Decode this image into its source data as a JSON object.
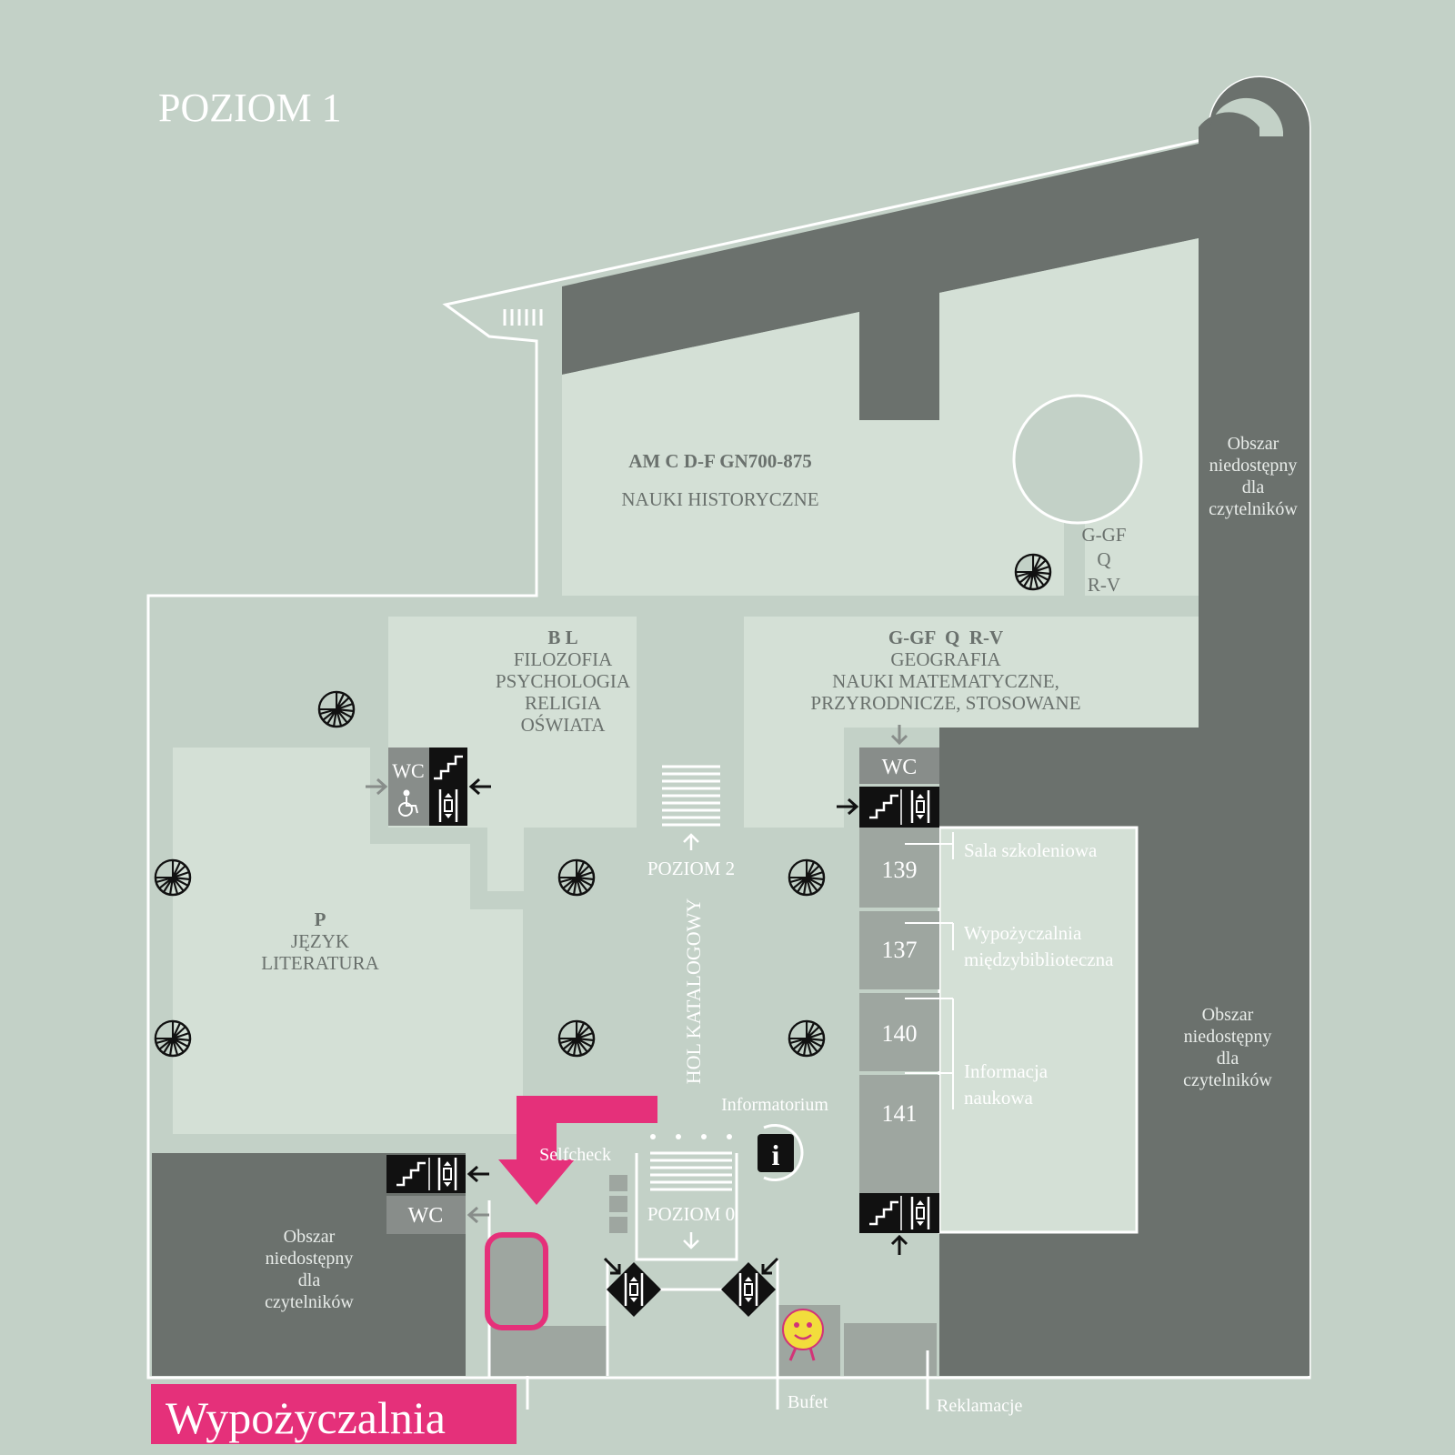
{
  "title": "POZIOM 1",
  "sections": {
    "historical": {
      "codes": "AM C D-F GN700-875",
      "name": "NAUKI HISTORYCZNE"
    },
    "small_codes": [
      "G-GF",
      "Q",
      "R-V"
    ],
    "philosophy": {
      "codes": "B L",
      "lines": [
        "FILOZOFIA",
        "PSYCHOLOGIA",
        "RELIGIA",
        "OŚWIATA"
      ]
    },
    "geography": {
      "codes": "G-GF  Q  R-V",
      "lines": [
        "GEOGRAFIA",
        "NAUKI MATEMATYCZNE,",
        "PRZYRODNICZE, STOSOWANE"
      ]
    },
    "language": {
      "codes": "P",
      "lines": [
        "JĘZYK",
        "LITERATURA"
      ]
    }
  },
  "restricted_area": [
    "Obszar",
    "niedostępny",
    "dla",
    "czytelników"
  ],
  "hall": {
    "label": "HOL KATALOGOWY",
    "up_level": "POZIOM 2",
    "down_level": "POZIOM 0",
    "info_desk": "Informatorium",
    "selfcheck": "Selfcheck",
    "info_icon": "i"
  },
  "rooms": [
    {
      "number": "139",
      "name_lines": [
        "Sala szkoleniowa"
      ]
    },
    {
      "number": "137",
      "name_lines": [
        "Wypożyczalnia",
        "międzybiblioteczna"
      ]
    },
    {
      "number": "140",
      "name_lines": []
    },
    {
      "number": "141",
      "name_lines": [
        "Informacja",
        "naukowa"
      ]
    }
  ],
  "wc_label": "WC",
  "bottom_labels": {
    "buffet": "Bufet",
    "complaints": "Reklamacje"
  },
  "highlight": {
    "label": "Wypożyczalnia",
    "color": "#e5307a"
  },
  "colors": {
    "background": "#c3d1c7",
    "room": "#d4e0d6",
    "restricted": "#6b716d",
    "booth": "#9ea6a0",
    "wc": "#888d8a",
    "accent": "#e5307a"
  }
}
